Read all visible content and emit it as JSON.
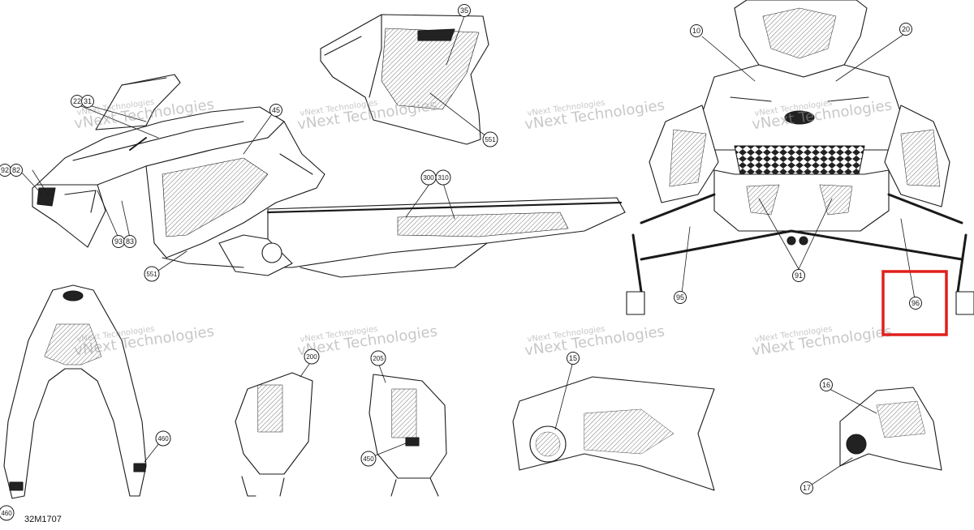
{
  "diagram": {
    "drawing_code": "32M1707",
    "watermark_text": "vNext Technologies",
    "highlight_color": "#e0201c",
    "line_color": "#1a1a1a",
    "callouts": [
      "22",
      "31",
      "92",
      "82",
      "93",
      "83",
      "45",
      "551",
      "300",
      "310",
      "35",
      "551",
      "10",
      "20",
      "95",
      "91",
      "96",
      "200",
      "205",
      "450",
      "460",
      "460",
      "15",
      "16",
      "17"
    ]
  }
}
